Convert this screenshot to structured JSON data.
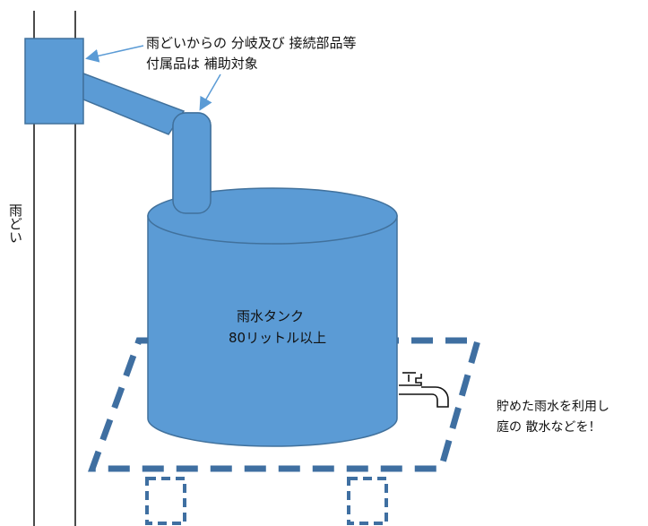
{
  "labels": {
    "gutter_parts_line1": "雨どいからの 分岐及び 接続部品等",
    "gutter_parts_line2": "付属品は 補助対象",
    "downspout": "雨どい",
    "tank_line1": "雨水タンク",
    "tank_line2": "80リットル以上",
    "usage_line1": "貯めた雨水を利用し",
    "usage_line2": "庭の 散水などを！"
  },
  "colors": {
    "tank_fill": "#5b9bd5",
    "tank_stroke": "#41719c",
    "dashed_stand": "#3f6fa1",
    "line": "#111111",
    "arrow": "#5b9bd5"
  },
  "icons": {
    "faucet": "faucet-icon"
  }
}
